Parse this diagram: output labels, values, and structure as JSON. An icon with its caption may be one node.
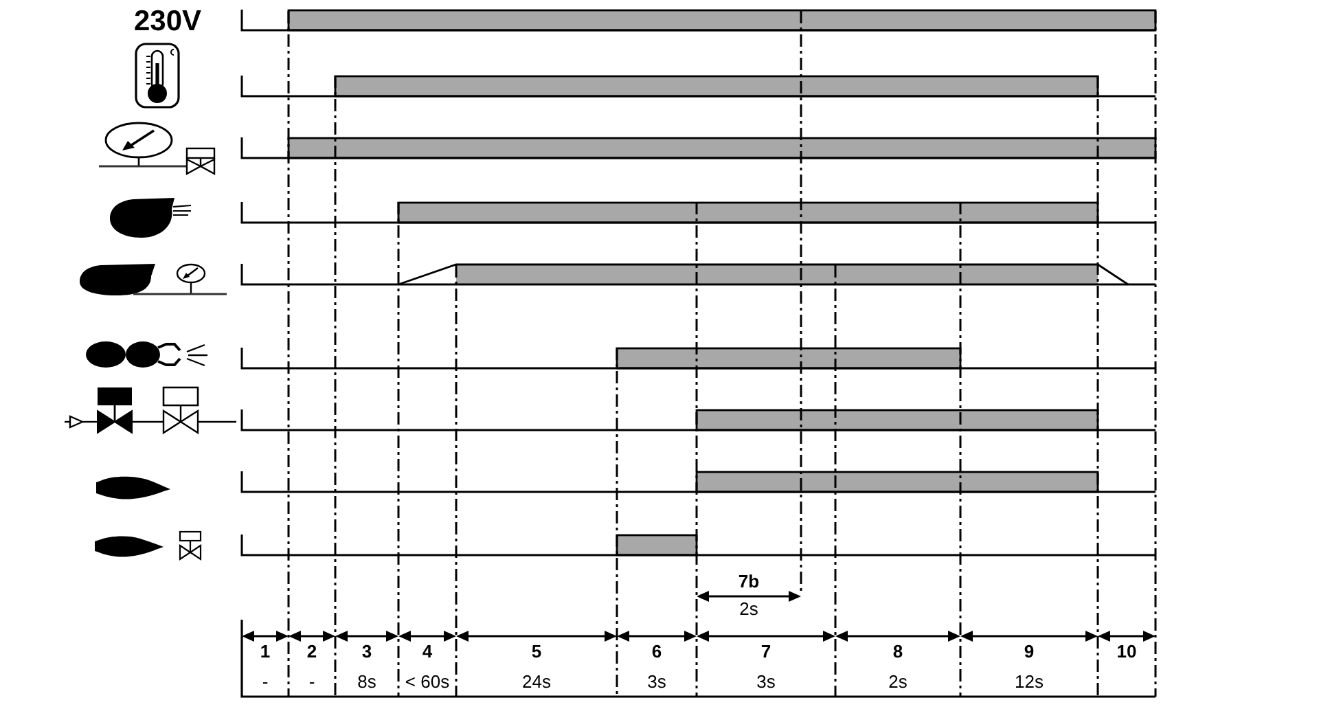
{
  "diagram": {
    "labels": [
      "230V",
      "7b",
      "2s",
      "1",
      "2",
      "3",
      "4",
      "5",
      "6",
      "7",
      "8",
      "9",
      "10",
      "-",
      "-",
      "8s",
      "< 60s",
      "24s",
      "3s",
      "3s",
      "2s",
      "12s"
    ]
  }
}
